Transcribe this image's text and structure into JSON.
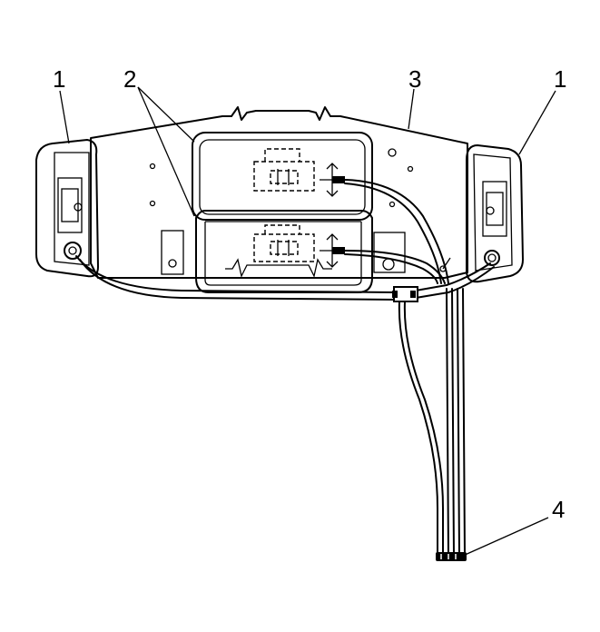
{
  "callouts": {
    "lamp_left": "1",
    "lamp_right": "1",
    "dome_housings": "2",
    "bracket_panel": "3",
    "wiring_harness": "4"
  }
}
